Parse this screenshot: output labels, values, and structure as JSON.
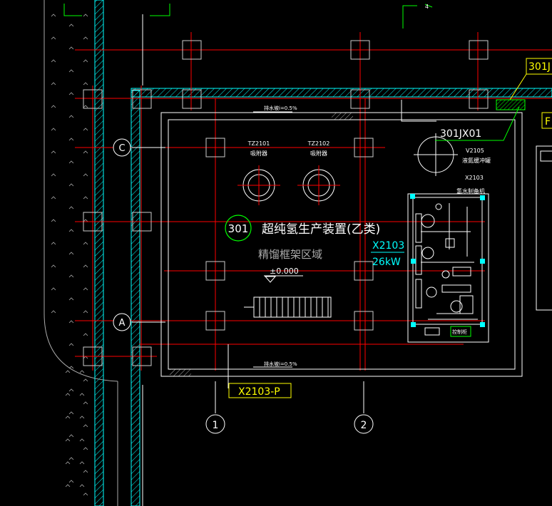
{
  "labels": {
    "tag_top_right": "301J",
    "tag_right_edge": "F",
    "tag_301jx01": "301JX01",
    "tag_v2105": "V2105",
    "tag_v2105_desc": "液氮缓冲罐",
    "tag_x2103_top": "X2103",
    "tag_x2103_desc": "氢水制备机",
    "equip_tz2101": "TZ2101",
    "equip_tz2101_desc": "吸附器",
    "equip_tz2102": "TZ2102",
    "equip_tz2102_desc": "吸附器",
    "area_no": "301",
    "area_name": "超纯氢生产装置(乙类)",
    "area_sub": "精馏框架区域",
    "elevation": "±0.000",
    "slope_top": "排水坡i=0.5%",
    "slope_bottom": "排水坡i=0.5%",
    "x2103_label": "X2103",
    "power": "26kW",
    "x2103p": "X2103-P",
    "skid_label": "控制柜",
    "grid_c": "C",
    "grid_a": "A",
    "grid_1": "1",
    "grid_2": "2",
    "arrow_label": "4"
  },
  "colors": {
    "background": "#000000",
    "grid_line": "#ff0000",
    "wall_hatch": "#00ffff",
    "outline": "#ffffff",
    "tag_yellow": "#ffff00",
    "area_circle": "#00ff00",
    "power_text": "#00ffff",
    "column": "#cccccc"
  }
}
